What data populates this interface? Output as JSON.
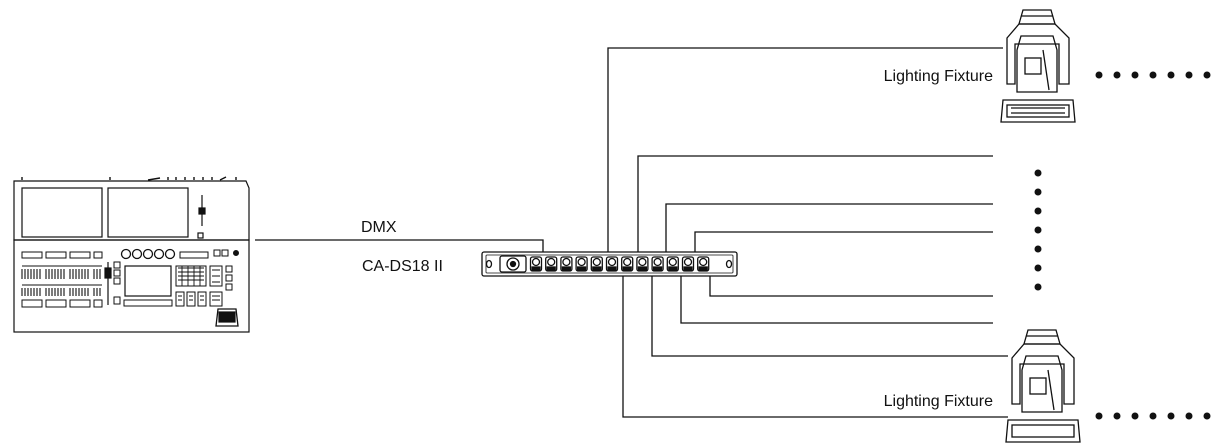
{
  "diagram": {
    "dmx_label": "DMX",
    "splitter_label": "CA-DS18 II",
    "fixture_top_label": "Lighting Fixture",
    "fixture_bottom_label": "Lighting Fixture"
  },
  "icons": {
    "console": "lighting-console-icon",
    "splitter": "dmx-splitter-rack-icon",
    "fixture": "moving-head-fixture-icon"
  },
  "colors": {
    "line": "#111111",
    "background": "#ffffff"
  }
}
